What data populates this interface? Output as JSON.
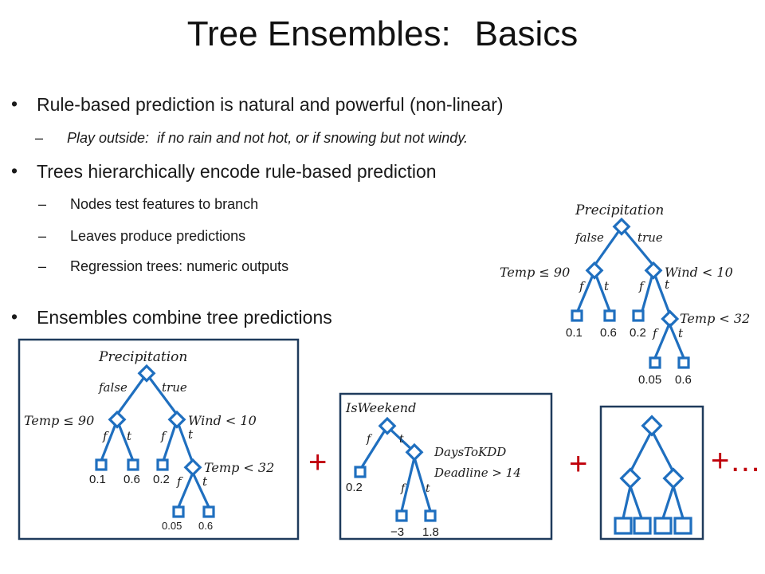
{
  "title": {
    "part1": "Tree Ensembles:",
    "part2": "Basics"
  },
  "bullets": {
    "b1": "Rule-based prediction is natural and powerful (non-linear)",
    "b1_sub_label": "Play outside:",
    "b1_sub_text": "if no rain and not hot, or if snowing but not windy.",
    "b2": "Trees hierarchically encode rule-based prediction",
    "b2_sub": [
      "Nodes test features to branch",
      "Leaves produce predictions",
      "Regression trees:  numeric outputs"
    ],
    "b3": "Ensembles combine tree predictions",
    "bullet_char": "•",
    "dash_char": "–"
  },
  "tree": {
    "root": "Precipitation",
    "false_label": "false",
    "true_label": "true",
    "temp90": "Temp ≤ 90",
    "wind": "Wind < 10",
    "temp32": "Temp < 32",
    "f": "f",
    "t": "t",
    "leaf1": "0.1",
    "leaf2": "0.6",
    "leaf3": "0.2",
    "leaf4": "0.05",
    "leaf5": "0.6"
  },
  "tree2": {
    "root": "IsWeekend",
    "cond_line1": "DaysToKDD",
    "cond_line2": "Deadline > 14",
    "f": "f",
    "t": "t",
    "leaf1": "0.2",
    "leaf2": "−3",
    "leaf3": "1.8"
  },
  "ops": {
    "plus": "+",
    "plus_more": "+…"
  },
  "colors": {
    "tree_blue": "#1f6fbf",
    "frame": "#1f3b5c",
    "plus": "#c0000b"
  }
}
